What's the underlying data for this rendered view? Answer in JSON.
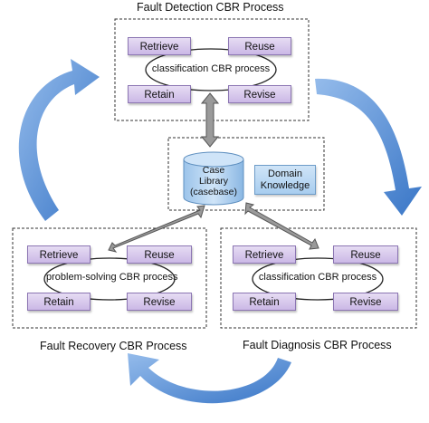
{
  "top": {
    "title": "Fault Detection CBR Process",
    "center_label": "classification CBR process",
    "retrieve": "Retrieve",
    "reuse": "Reuse",
    "retain": "Retain",
    "revise": "Revise"
  },
  "left": {
    "title": "Fault Recovery CBR Process",
    "center_label": "problem-solving CBR process",
    "retrieve": "Retrieve",
    "reuse": "Reuse",
    "retain": "Retain",
    "revise": "Revise"
  },
  "right": {
    "title": "Fault Diagnosis CBR Process",
    "center_label": "classification CBR process",
    "retrieve": "Retrieve",
    "reuse": "Reuse",
    "retain": "Retain",
    "revise": "Revise"
  },
  "library": {
    "line1": "Case",
    "line2": "Library",
    "line3": "(casebase)",
    "domain_line1": "Domain",
    "domain_line2": "Knowledge"
  },
  "colors": {
    "step_fill": "#d9cbed",
    "cycle_arrow": "#3f7fcf",
    "library_fill": "#b9d6f2"
  }
}
